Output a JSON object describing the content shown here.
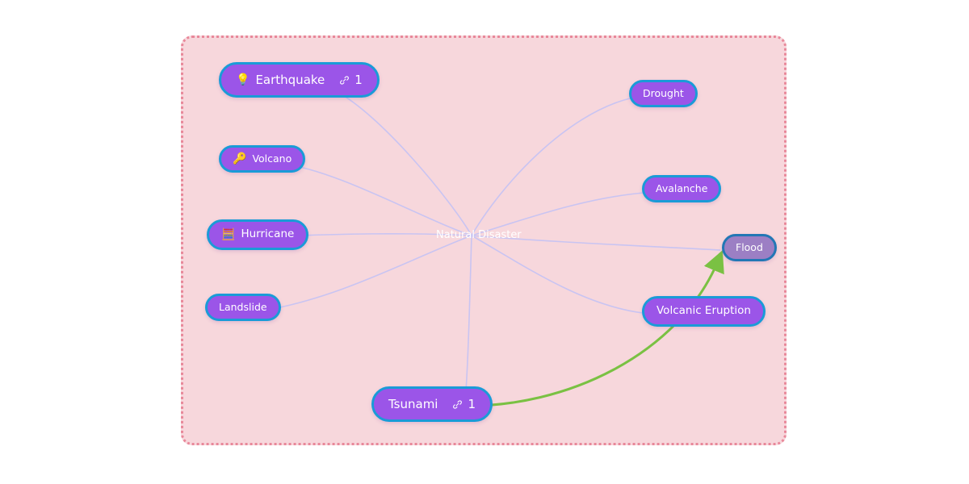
{
  "canvas": {
    "background": "#ffffff",
    "board_background": "#f7d7dc",
    "board_border_color": "#e8889a",
    "board_border_style": "dotted"
  },
  "theme": {
    "node_fill": "#9b55e8",
    "node_border": "#1a9bd7",
    "node_text": "#ffffff",
    "node_muted_fill": "#9c7fc4",
    "node_muted_border": "#2277b5",
    "edge_color": "#c9c4f2",
    "relation_color": "#7ac143"
  },
  "root": {
    "label": "Natural Disaster"
  },
  "nodes": [
    {
      "id": "earthquake",
      "label": "Earthquake",
      "emoji": "💡",
      "emoji_name": "light-bulb-icon",
      "link_icon": "link-icon",
      "link_count": "1",
      "size": "lg",
      "muted": false
    },
    {
      "id": "volcano",
      "label": "Volcano",
      "emoji": "🔑",
      "emoji_name": "key-icon",
      "link_icon": "",
      "link_count": "",
      "size": "sm",
      "muted": false
    },
    {
      "id": "hurricane",
      "label": "Hurricane",
      "emoji": "🧮",
      "emoji_name": "abacus-icon",
      "link_icon": "",
      "link_count": "",
      "size": "md",
      "muted": false
    },
    {
      "id": "landslide",
      "label": "Landslide",
      "emoji": "",
      "emoji_name": "",
      "link_icon": "",
      "link_count": "",
      "size": "sm",
      "muted": false
    },
    {
      "id": "tsunami",
      "label": "Tsunami",
      "emoji": "",
      "emoji_name": "",
      "link_icon": "link-icon",
      "link_count": "1",
      "size": "lg",
      "muted": false
    },
    {
      "id": "drought",
      "label": "Drought",
      "emoji": "",
      "emoji_name": "",
      "link_icon": "",
      "link_count": "",
      "size": "sm",
      "muted": false
    },
    {
      "id": "avalanche",
      "label": "Avalanche",
      "emoji": "",
      "emoji_name": "",
      "link_icon": "",
      "link_count": "",
      "size": "sm",
      "muted": false
    },
    {
      "id": "flood",
      "label": "Flood",
      "emoji": "",
      "emoji_name": "",
      "link_icon": "",
      "link_count": "",
      "size": "sm",
      "muted": true
    },
    {
      "id": "volcanic-eruption",
      "label": "Volcanic Eruption",
      "emoji": "",
      "emoji_name": "",
      "link_icon": "",
      "link_count": "",
      "size": "md",
      "muted": false
    }
  ],
  "relations": [
    {
      "id": "tsunami-to-flood",
      "from": "tsunami",
      "to": "flood",
      "color": "#7ac143",
      "arrow": "arrowhead-icon"
    }
  ]
}
